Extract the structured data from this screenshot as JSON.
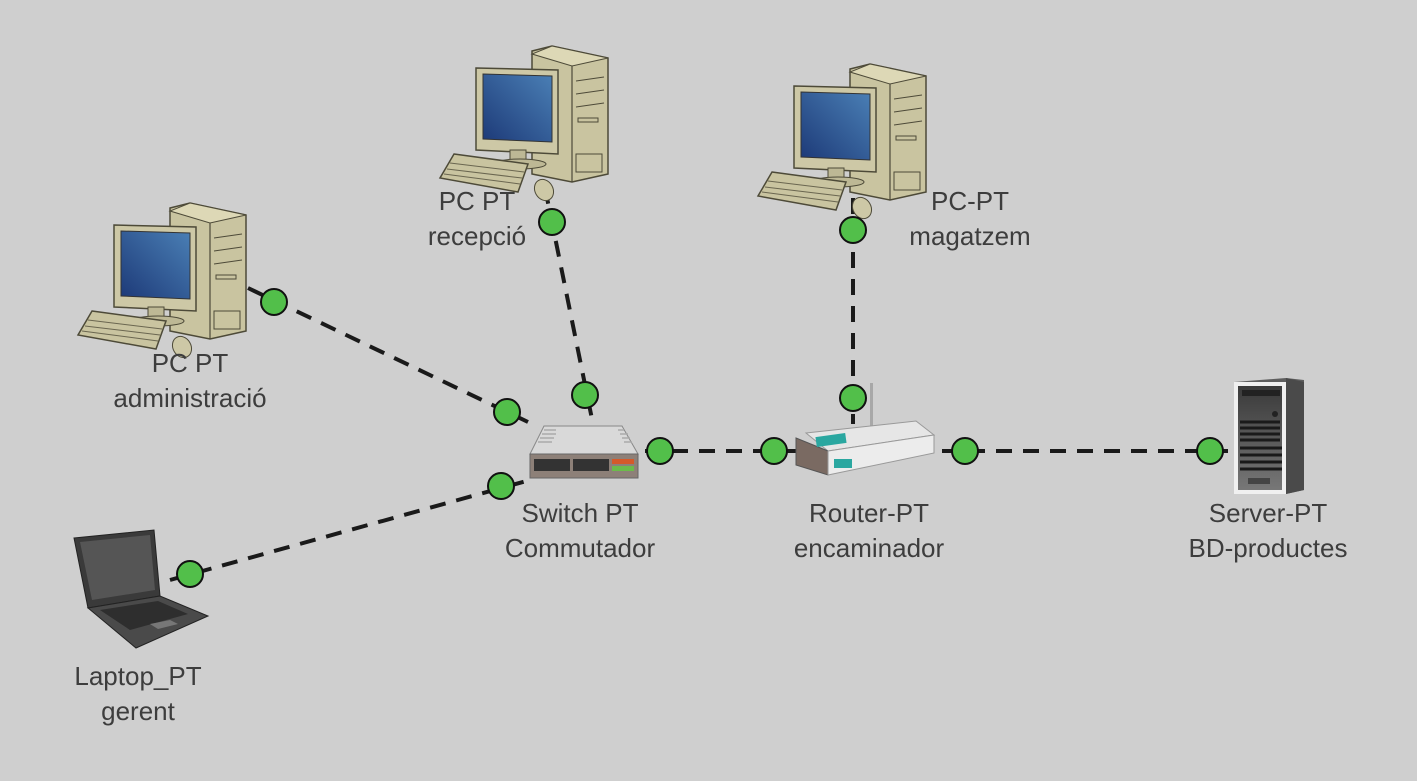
{
  "diagram": {
    "type": "network-topology",
    "colors": {
      "background": "#cfcfcf",
      "port": "#52bf4a",
      "link": "#1a1a1a",
      "label": "#3d3d3d"
    },
    "nodes": [
      {
        "id": "pc_admin",
        "kind": "pc",
        "label_line1": "PC PT",
        "label_line2": "administració"
      },
      {
        "id": "pc_recepcio",
        "kind": "pc",
        "label_line1": "PC PT",
        "label_line2": "recepció"
      },
      {
        "id": "pc_magatzem",
        "kind": "pc",
        "label_line1": "PC-PT",
        "label_line2": "magatzem"
      },
      {
        "id": "switch",
        "kind": "switch",
        "label_line1": "Switch PT",
        "label_line2": "Commutador"
      },
      {
        "id": "router",
        "kind": "router",
        "label_line1": "Router-PT",
        "label_line2": "encaminador"
      },
      {
        "id": "server",
        "kind": "server",
        "label_line1": "Server-PT",
        "label_line2": "BD-productes"
      },
      {
        "id": "laptop",
        "kind": "laptop",
        "label_line1": "Laptop_PT",
        "label_line2": "gerent"
      }
    ],
    "links": [
      {
        "from": "pc_admin",
        "to": "switch",
        "style": "dashed",
        "status": "up"
      },
      {
        "from": "pc_recepcio",
        "to": "switch",
        "style": "dashed",
        "status": "up"
      },
      {
        "from": "laptop",
        "to": "switch",
        "style": "dashed",
        "status": "up"
      },
      {
        "from": "switch",
        "to": "router",
        "style": "dashed",
        "status": "up"
      },
      {
        "from": "pc_magatzem",
        "to": "router",
        "style": "dashed",
        "status": "up"
      },
      {
        "from": "router",
        "to": "server",
        "style": "dashed",
        "status": "up"
      }
    ]
  }
}
